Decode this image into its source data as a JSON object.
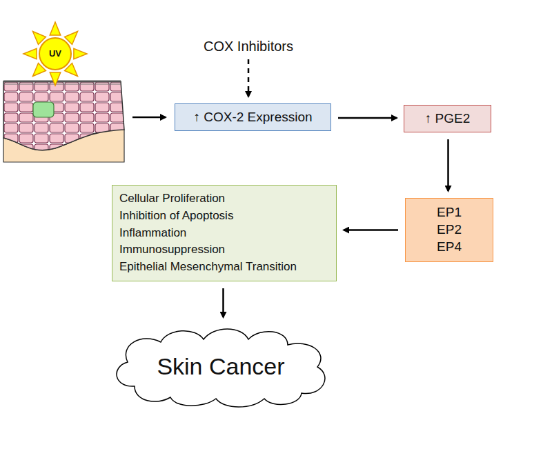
{
  "diagram": {
    "nodes": [
      {
        "text": [
          "UV"
        ]
      },
      {
        "text": [
          "↑ COX-2 Expression"
        ]
      },
      {
        "text": [
          "↑ PGE2"
        ]
      },
      {
        "text": [
          "EP1 EP2 EP4"
        ]
      },
      {
        "text": [
          "Cellular Proliferation",
          "Inhibition of Apoptosis",
          "Inflammation",
          "Immunosuppression",
          "Epithelial Mesenchymal Transition"
        ]
      },
      {
        "text": [
          "Skin Cancer"
        ]
      }
    ],
    "edges": [
      {
        "from": 1,
        "to": 2,
        "arrow": "to"
      },
      {
        "from": 2,
        "to": 3,
        "arrow": "to"
      },
      {
        "from": 3,
        "to": 4,
        "arrow": "to"
      },
      {
        "from": 4,
        "to": 5,
        "arrow": "to"
      }
    ],
    "labels": [
      "COX Inhibitors"
    ]
  }
}
